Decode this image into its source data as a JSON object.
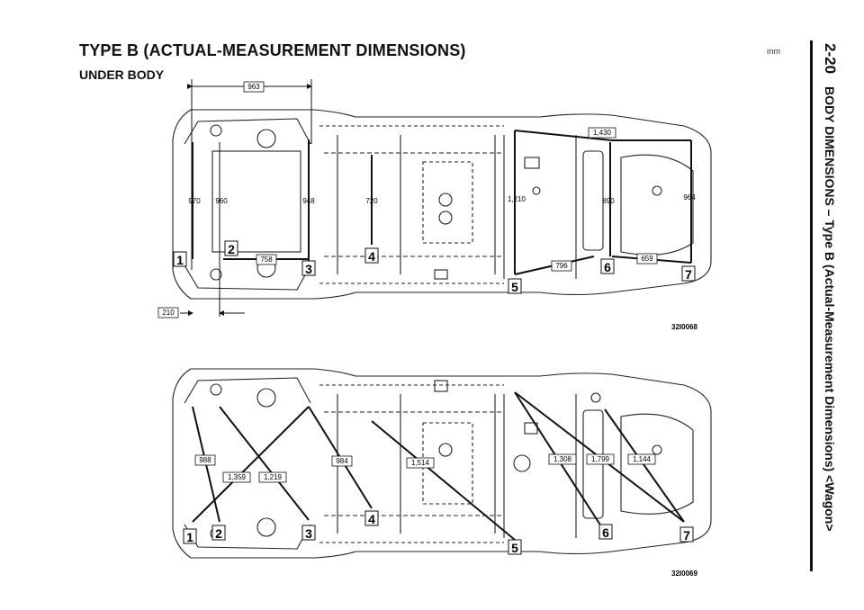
{
  "header": {
    "title": "TYPE B (ACTUAL-MEASUREMENT DIMENSIONS)",
    "subtitle": "UNDER BODY",
    "unit": "mm"
  },
  "side_label": {
    "page": "2-20",
    "text": "BODY DIMENSIONS – Type B (Actual-Measurement Dimensions) <Wagon>"
  },
  "diagram_top": {
    "code": "32I0068",
    "dimensions": {
      "d963": "963",
      "d970": "970",
      "d960": "960",
      "d948": "948",
      "d720": "720",
      "d758": "758",
      "d210": "210",
      "d1210": "1,210",
      "d1430": "1,430",
      "d890": "890",
      "d964": "964",
      "d796": "796",
      "d659": "659"
    },
    "points": {
      "p1": "1",
      "p2": "2",
      "p3": "3",
      "p4": "4",
      "p5": "5",
      "p6": "6",
      "p7": "7"
    }
  },
  "diagram_bottom": {
    "code": "32I0069",
    "dimensions": {
      "d988": "988",
      "d1359": "1,359",
      "d1219": "1,219",
      "d984": "984",
      "d1514": "1,514",
      "d1308": "1,308",
      "d1799": "1,799",
      "d1144": "1,144"
    },
    "points": {
      "p1": "1",
      "p2": "2",
      "p3": "3",
      "p4": "4",
      "p5": "5",
      "p6": "6",
      "p7": "7"
    }
  }
}
